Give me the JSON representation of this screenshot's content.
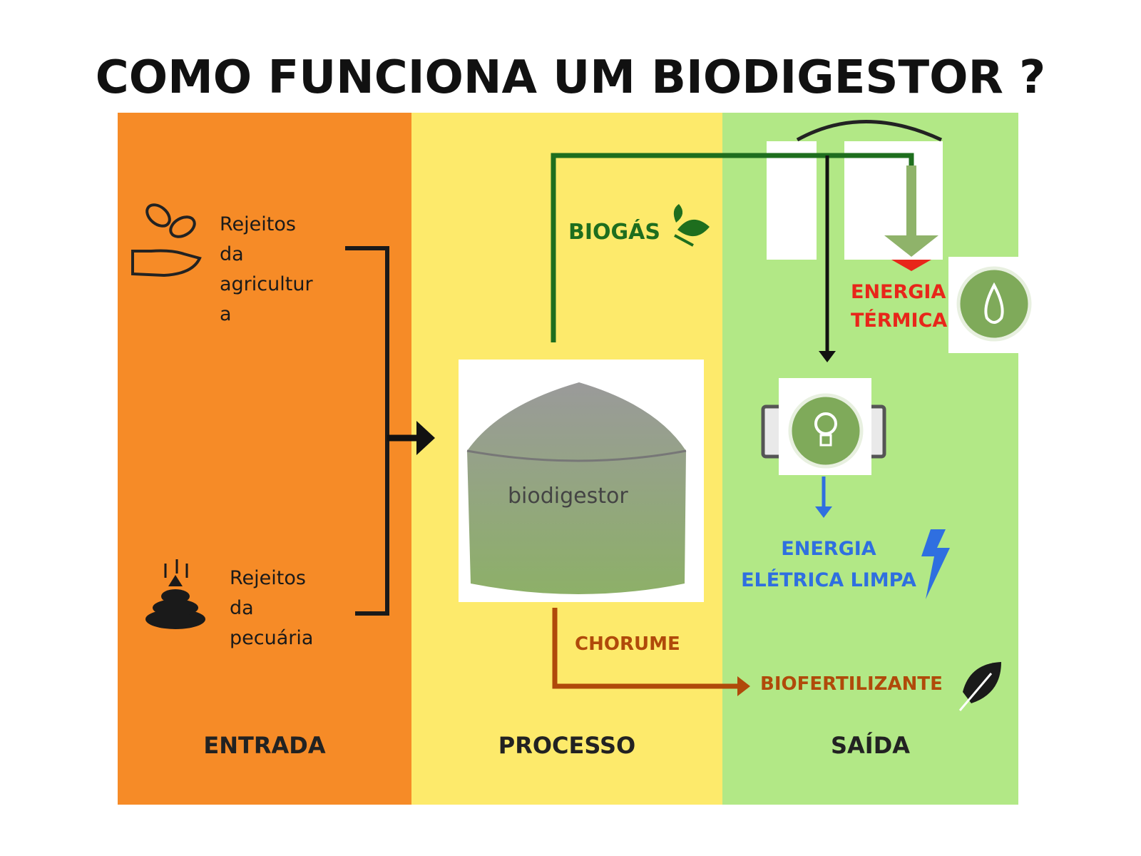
{
  "title": "COMO FUNCIONA UM BIODIGESTOR ?",
  "inputs": {
    "agriculture_lines": [
      "Rejeitos",
      "da",
      "agricultur",
      "a"
    ],
    "livestock_lines": [
      "Rejeitos",
      "da",
      "pecuária"
    ]
  },
  "process": {
    "tank_label": "biodigestor",
    "biogas_label": "BIOGÁS",
    "chorume_label": "CHORUME"
  },
  "outputs": {
    "thermal_lines": [
      "ENERGIA",
      "TÉRMICA"
    ],
    "electric_lines": [
      "ENERGIA",
      "ELÉTRICA LIMPA"
    ],
    "biofertilizer_label": "BIOFERTILIZANTE"
  },
  "columns": {
    "entrada": "ENTRADA",
    "processo": "PROCESSO",
    "saida": "SAÍDA"
  },
  "colors": {
    "entrada_bg": "#f68b27",
    "processo_bg": "#fdea6b",
    "saida_bg": "#b2e886",
    "biogas_green": "#1e6e1e",
    "chorume_brown": "#b04a0a",
    "thermal_red": "#e8261a",
    "electric_blue": "#2f6fe0",
    "icon_green": "#7faa5a"
  },
  "icons": [
    "leaves-hand-icon",
    "manure-icon",
    "leaf-icon",
    "flame-icon",
    "lightbulb-icon",
    "lightning-icon",
    "leaf-dark-icon"
  ]
}
